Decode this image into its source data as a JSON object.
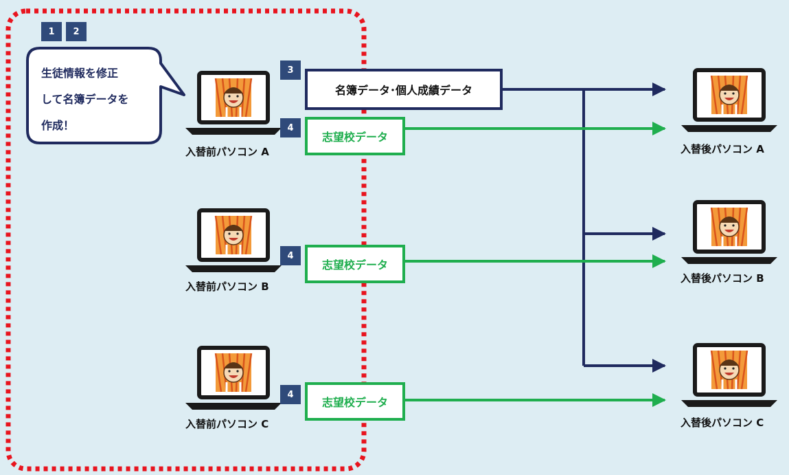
{
  "badges": {
    "b1": "1",
    "b2": "2",
    "b3": "3",
    "b4a": "4",
    "b4b": "4",
    "b4c": "4"
  },
  "bubble": {
    "line1": "生徒情報を修正",
    "line2": "して名簿データを",
    "line3": "作成！"
  },
  "data_labels": {
    "roster": "名簿データ･個人成績データ",
    "school_a": "志望校データ",
    "school_b": "志望校データ",
    "school_c": "志望校データ"
  },
  "pcs_before": {
    "a": "入替前パソコン A",
    "b": "入替前パソコン B",
    "c": "入替前パソコン C"
  },
  "pcs_after": {
    "a": "入替後パソコン A",
    "b": "入替後パソコン B",
    "c": "入替後パソコン C"
  },
  "colors": {
    "background": "#ddedf3",
    "navy": "#1f2a5e",
    "green": "#1fae4e",
    "dotted_border": "#e8141e"
  }
}
